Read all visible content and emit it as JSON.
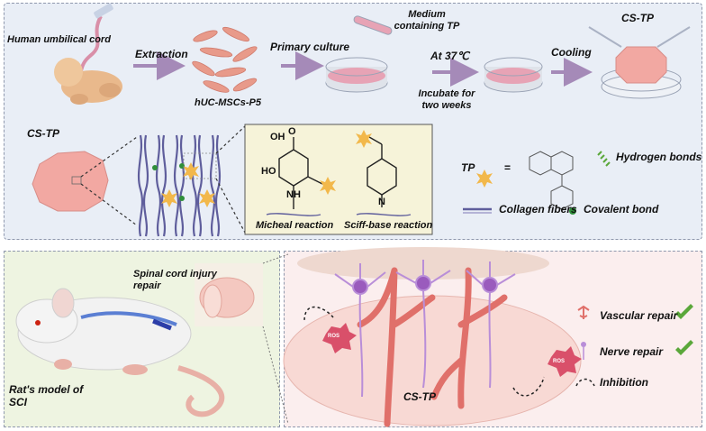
{
  "top": {
    "human_cord": "Human umbilical cord",
    "extraction": "Extraction",
    "cells": "hUC-MSCs-P5",
    "primary_culture": "Primary culture",
    "medium": "Medium containing TP",
    "temp": "At 37℃",
    "incubate": "Incubate for two weeks",
    "cooling": "Cooling",
    "cstp_top": "CS-TP",
    "cstp_left": "CS-TP"
  },
  "reactions": {
    "micheal": "Micheal reaction",
    "sciff": "Sciff-base reaction",
    "oh": "OH",
    "ho": "HO",
    "o": "O",
    "nh": "NH",
    "n": "N"
  },
  "legend": {
    "tp": "TP",
    "eq": "=",
    "hbond": "Hydrogen bonds",
    "collagen": "Collagen fibers",
    "covalent": "Covalent bond"
  },
  "bottom_left": {
    "spinal": "Spinal cord injury repair",
    "rat": "Rat's model of SCI"
  },
  "bottom_right": {
    "ros": "ROS",
    "cstp": "CS-TP",
    "vascular": "Vascular repair",
    "nerve": "Nerve repair",
    "inhibition": "Inhibition"
  },
  "colors": {
    "panel_top": "#e9eef6",
    "panel_bl": "#eef4e1",
    "panel_br": "#fbeeee",
    "arrow": "#a58ab8",
    "collagen": "#5f5e9c",
    "tp_star": "#f2b84b",
    "vessel": "#e0706a",
    "neuron": "#b98ed8",
    "check": "#5aa73a"
  }
}
